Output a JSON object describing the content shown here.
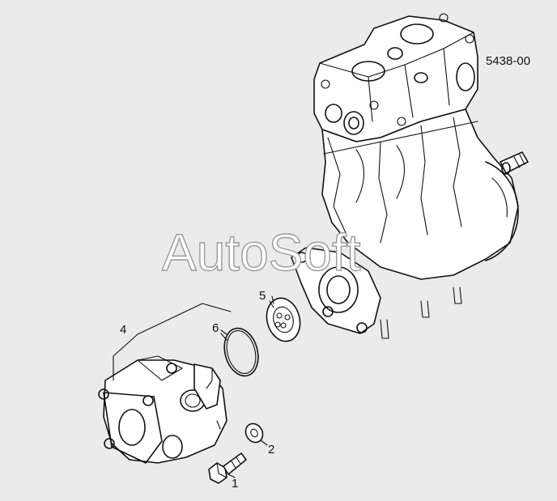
{
  "diagram": {
    "drawing_code": "5438-00",
    "watermark": "AutoSoft",
    "callouts": [
      {
        "id": "1",
        "text": "1"
      },
      {
        "id": "2",
        "text": "2"
      },
      {
        "id": "4",
        "text": "4"
      },
      {
        "id": "5",
        "text": "5"
      },
      {
        "id": "6",
        "text": "6"
      }
    ]
  }
}
